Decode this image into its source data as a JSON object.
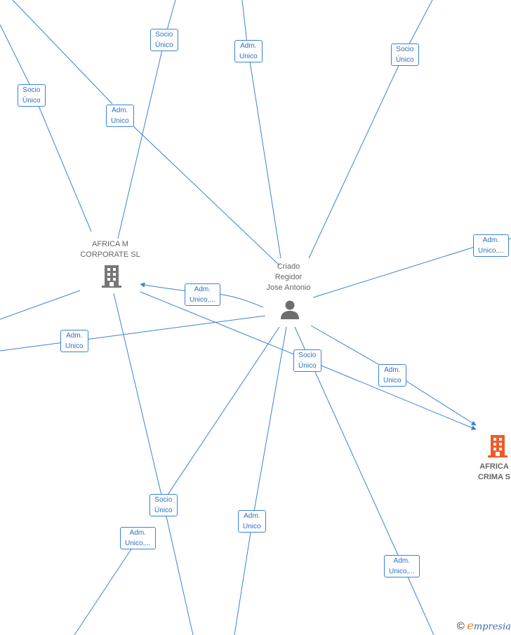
{
  "nodes": {
    "africa_m": {
      "label": "AFRICA M\nCORPORATE  SL"
    },
    "criado": {
      "label": "Criado\nRegidor\nJose Antonio"
    },
    "africa_crima": {
      "label": "AFRICA\nCRIMA  S"
    }
  },
  "edge_labels": [
    "Socio\nÚnico",
    "Socio\nÚnico",
    "Adm.\nUnico",
    "Adm.\nUnico",
    "Socio\nÚnico",
    "Adm.\nUnico,...",
    "Adm.\nUnico,...",
    "Adm.\nUnico",
    "Socio\nÚnico",
    "Adm.\nUnico",
    "Socio\nÚnico",
    "Adm.\nUnico,...",
    "Adm.\nUnico",
    "Adm.\nUnico,..."
  ],
  "colors": {
    "edge": "#3b82d6",
    "company_gray": "#777777",
    "company_highlight": "#f05a28",
    "person": "#6e6e6e"
  },
  "footer": {
    "copyright": "©",
    "brand_initial": "e",
    "brand_rest": "mpresia"
  }
}
